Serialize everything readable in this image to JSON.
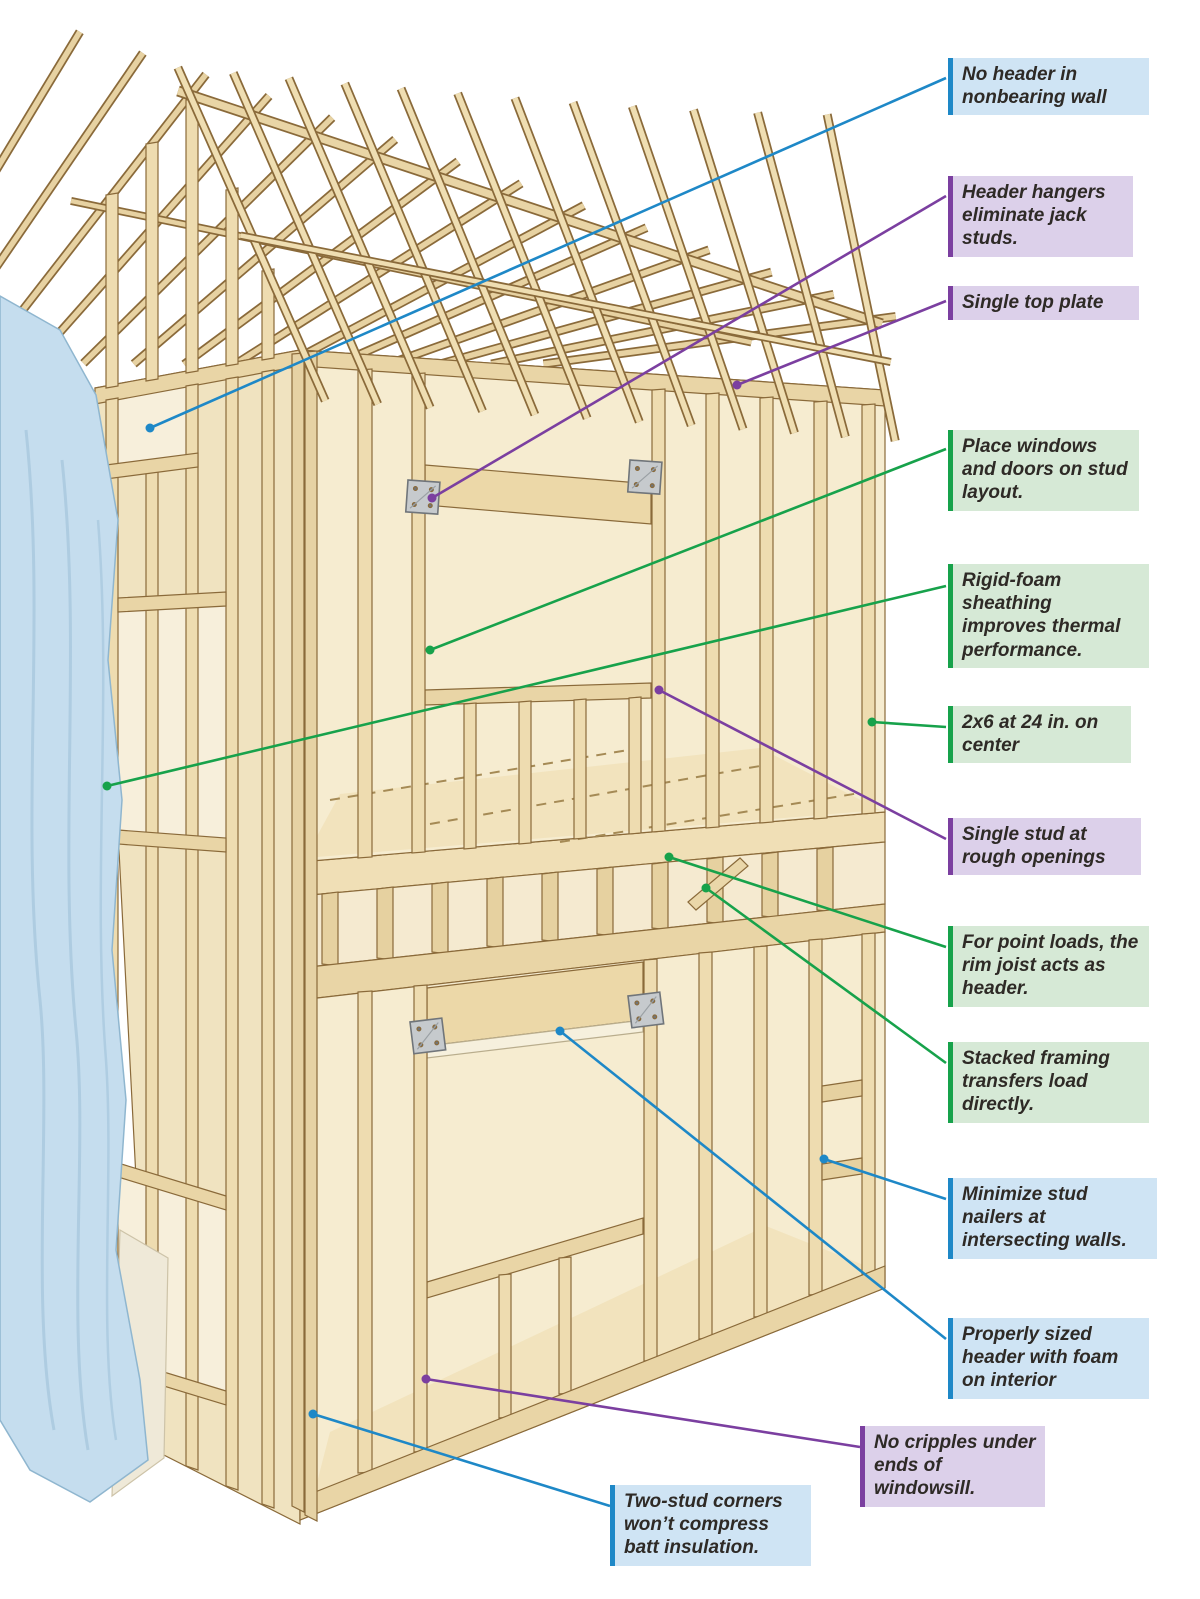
{
  "palette": {
    "blue": "#1e88c7",
    "purple": "#7b3fa0",
    "green": "#17a24b",
    "blue_bg": "#cfe4f4",
    "purple_bg": "#dcd0ea",
    "green_bg": "#d6e9d6",
    "wood_light": "#f6ecd0",
    "wood_mid": "#eedcb0",
    "wood_dark": "#e4cf9e",
    "outline": "#8a6a3a",
    "wrap_blue": "#c5ddee",
    "text": "#2e2a26"
  },
  "annotations": [
    {
      "id": "no-header",
      "color": "blue",
      "text": "No header in nonbearing wall"
    },
    {
      "id": "header-hangers",
      "color": "purple",
      "text": "Header hangers eliminate jack studs."
    },
    {
      "id": "single-top-plate",
      "color": "purple",
      "text": "Single top plate"
    },
    {
      "id": "place-windows",
      "color": "green",
      "text": "Place windows and doors on stud layout."
    },
    {
      "id": "rigid-foam",
      "color": "green",
      "text": "Rigid-foam sheathing improves thermal performance."
    },
    {
      "id": "2x6-24",
      "color": "green",
      "text": "2x6 at 24 in. on center"
    },
    {
      "id": "single-stud",
      "color": "purple",
      "text": "Single stud at rough openings"
    },
    {
      "id": "point-loads",
      "color": "green",
      "text": "For point loads, the rim joist acts as header."
    },
    {
      "id": "stacked-framing",
      "color": "green",
      "text": "Stacked framing transfers load directly."
    },
    {
      "id": "minimize-nailers",
      "color": "blue",
      "text": "Minimize stud nailers at intersecting walls."
    },
    {
      "id": "properly-sized",
      "color": "blue",
      "text": "Properly sized header with foam on interior"
    },
    {
      "id": "no-cripples",
      "color": "purple",
      "text": "No cripples under ends of windowsill."
    },
    {
      "id": "two-stud-corners",
      "color": "blue",
      "text": "Two-stud corners won’t compress batt insulation."
    }
  ]
}
